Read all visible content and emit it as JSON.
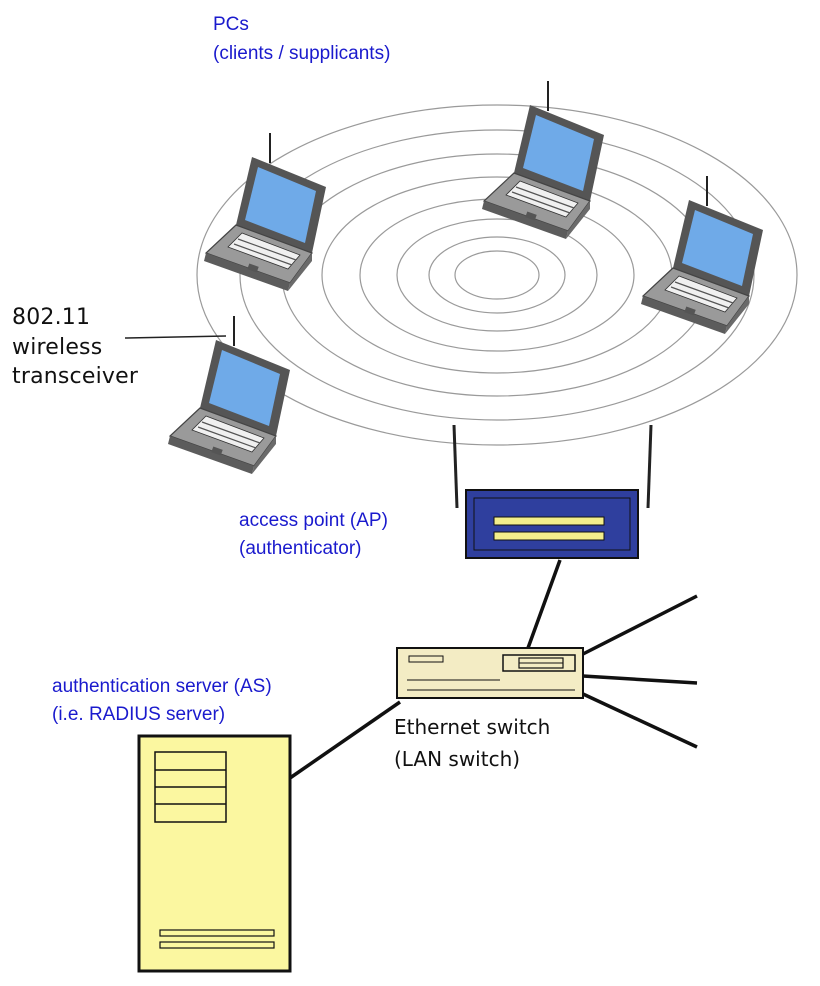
{
  "labels": {
    "pcs_title": "PCs",
    "pcs_subtitle": "(clients  / supplicants)",
    "transceiver_line1": "802.11",
    "transceiver_line2": "wireless",
    "transceiver_line3": "transceiver",
    "ap_line1": "access point (AP)",
    "ap_line2": "(authenticator)",
    "as_line1": "authentication server (AS)",
    "as_line2": "(i.e. RADIUS server)",
    "switch_line1": "Ethernet switch",
    "switch_line2": "(LAN switch)"
  },
  "colors": {
    "label_blue": "#1a1acd",
    "ap_blue": "#2f3f9e",
    "ap_slot_yellow": "#f3ee8c",
    "server_yellow": "#fbf7a0",
    "switch_beige": "#f3ecc4",
    "screen_blue": "#6faae8",
    "laptop_gray": "#8e8e8e"
  }
}
